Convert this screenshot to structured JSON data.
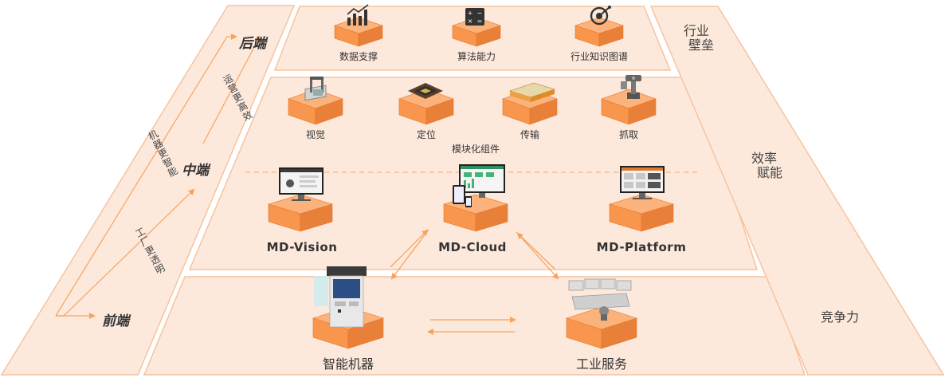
{
  "stages": {
    "back": "后端",
    "middle": "中端",
    "front": "前端"
  },
  "arrows": {
    "ops_more_efficient": "运营更高效",
    "machine_smarter": "机器更智能",
    "factory_transparent": "工厂更透明"
  },
  "top_section": {
    "items": [
      {
        "label": "数据支撑",
        "icon": "chart-icon"
      },
      {
        "label": "算法能力",
        "icon": "calculator-icon"
      },
      {
        "label": "行业知识图谱",
        "icon": "knowledge-graph-icon"
      }
    ],
    "side_label_line1": "行业",
    "side_label_line2": "壁垒"
  },
  "middle_section": {
    "components": [
      {
        "label": "视觉",
        "icon": "vision-machine-icon"
      },
      {
        "label": "定位",
        "icon": "chip-icon"
      },
      {
        "label": "传输",
        "icon": "conveyor-icon"
      },
      {
        "label": "抓取",
        "icon": "robot-arm-icon"
      }
    ],
    "components_title": "模块化组件",
    "platforms": [
      {
        "label": "MD-Vision",
        "icon": "monitor-icon"
      },
      {
        "label": "MD-Cloud",
        "icon": "devices-icon"
      },
      {
        "label": "MD-Platform",
        "icon": "dashboard-monitor-icon"
      }
    ],
    "side_label_line1": "效率",
    "side_label_line2": "赋能"
  },
  "bottom_section": {
    "items": [
      {
        "label": "智能机器",
        "icon": "smart-machine-icon"
      },
      {
        "label": "工业服务",
        "icon": "control-room-icon"
      }
    ],
    "side_label": "竞争力"
  },
  "colors": {
    "panel_fill": "#fde9dc",
    "panel_stroke": "#f6c39f",
    "box_top": "#fbb27b",
    "box_front": "#f7964c",
    "box_side": "#e8803a",
    "arrow": "#f7a35c"
  }
}
